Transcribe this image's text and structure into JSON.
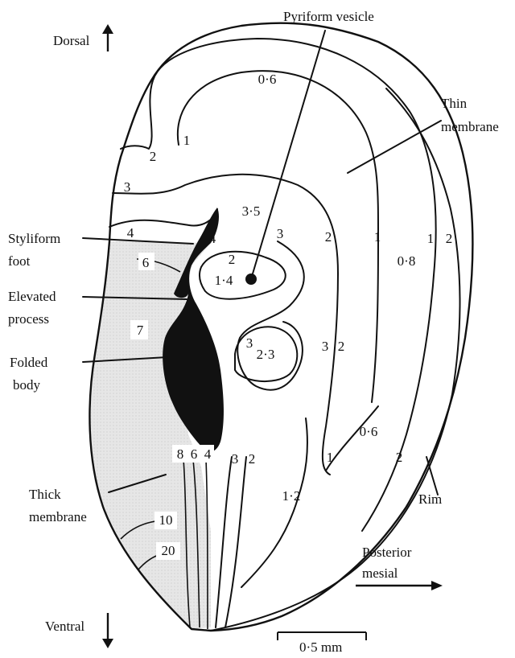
{
  "labels": {
    "pyriform_vesicle": "Pyriform vesicle",
    "dorsal": "Dorsal",
    "thin_membrane_1": "Thin",
    "thin_membrane_2": "membrane",
    "styliform_foot_1": "Styliform",
    "styliform_foot_2": "foot",
    "elevated_process_1": "Elevated",
    "elevated_process_2": "process",
    "folded_body_1": "Folded",
    "folded_body_2": "body",
    "thick_membrane_1": "Thick",
    "thick_membrane_2": "membrane",
    "rim": "Rim",
    "posterior_mesial_1": "Posterior",
    "posterior_mesial_2": "mesial",
    "ventral": "Ventral",
    "scale": "0·5 mm"
  },
  "contour_values": {
    "v_0_6_top": "0·6",
    "v_1_upper": "1",
    "v_2_upper": "2",
    "v_3_upper": "3",
    "v_4_left": "4",
    "v_4_foot": "4",
    "v_3_5": "3·5",
    "v_3_mid": "3",
    "v_2_mid": "2",
    "v_1_mid": "1",
    "v_1_rim": "1",
    "v_2_rim": "2",
    "v_0_8": "0·8",
    "v_2_inner": "2",
    "v_1_4": "1·4",
    "v_6": "6",
    "v_7": "7",
    "v_3_low": "3",
    "v_2_3": "2·3",
    "v_3_right": "3",
    "v_2_right": "2",
    "v_0_6_low": "0·6",
    "v_1_low": "1",
    "v_2_low": "2",
    "v_8": "8",
    "v_6_bottom": "6",
    "v_4_bottom": "4",
    "v_3_bottom": "3",
    "v_2_bottom": "2",
    "v_1_2": "1·2",
    "v_10": "10",
    "v_20": "20"
  },
  "colors": {
    "ink": "#111111",
    "thick_membrane_shading": "#e6e6e6",
    "background": "#ffffff"
  }
}
